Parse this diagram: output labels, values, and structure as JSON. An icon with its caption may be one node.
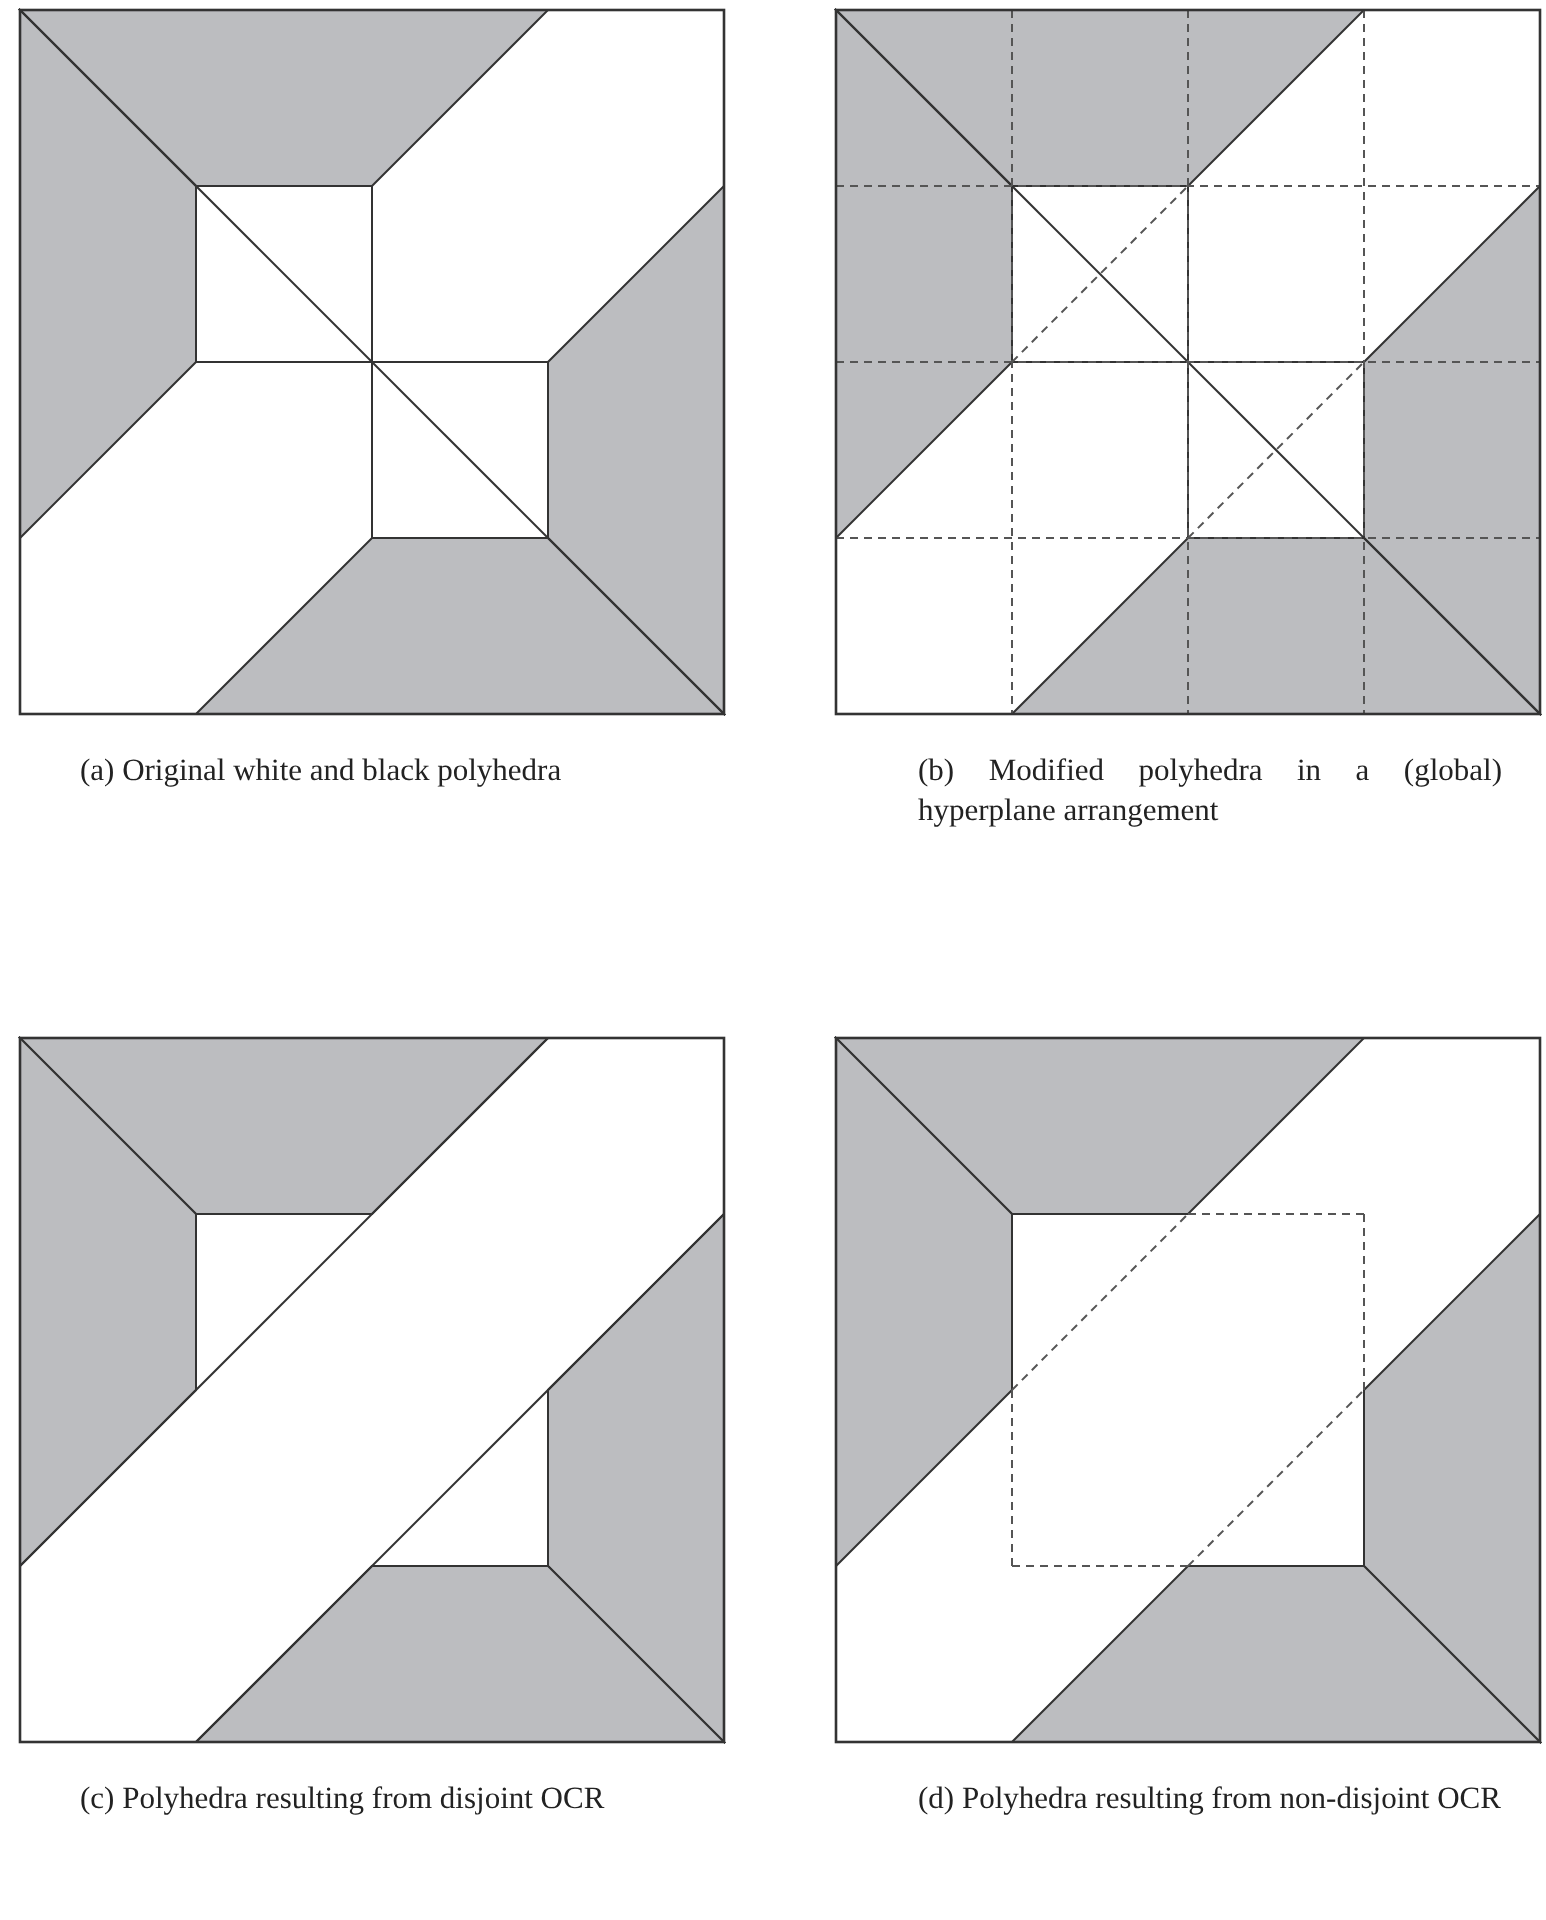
{
  "diagram": {
    "labels": [
      "(a) Original white and black polyhedra",
      "(b) Modified polyhedra in a (global) hyperplane arrangement",
      "(c) Polyhedra resulting from disjoint OCR",
      "(d) Polyhedra resulting from non-disjoint OCR"
    ]
  }
}
